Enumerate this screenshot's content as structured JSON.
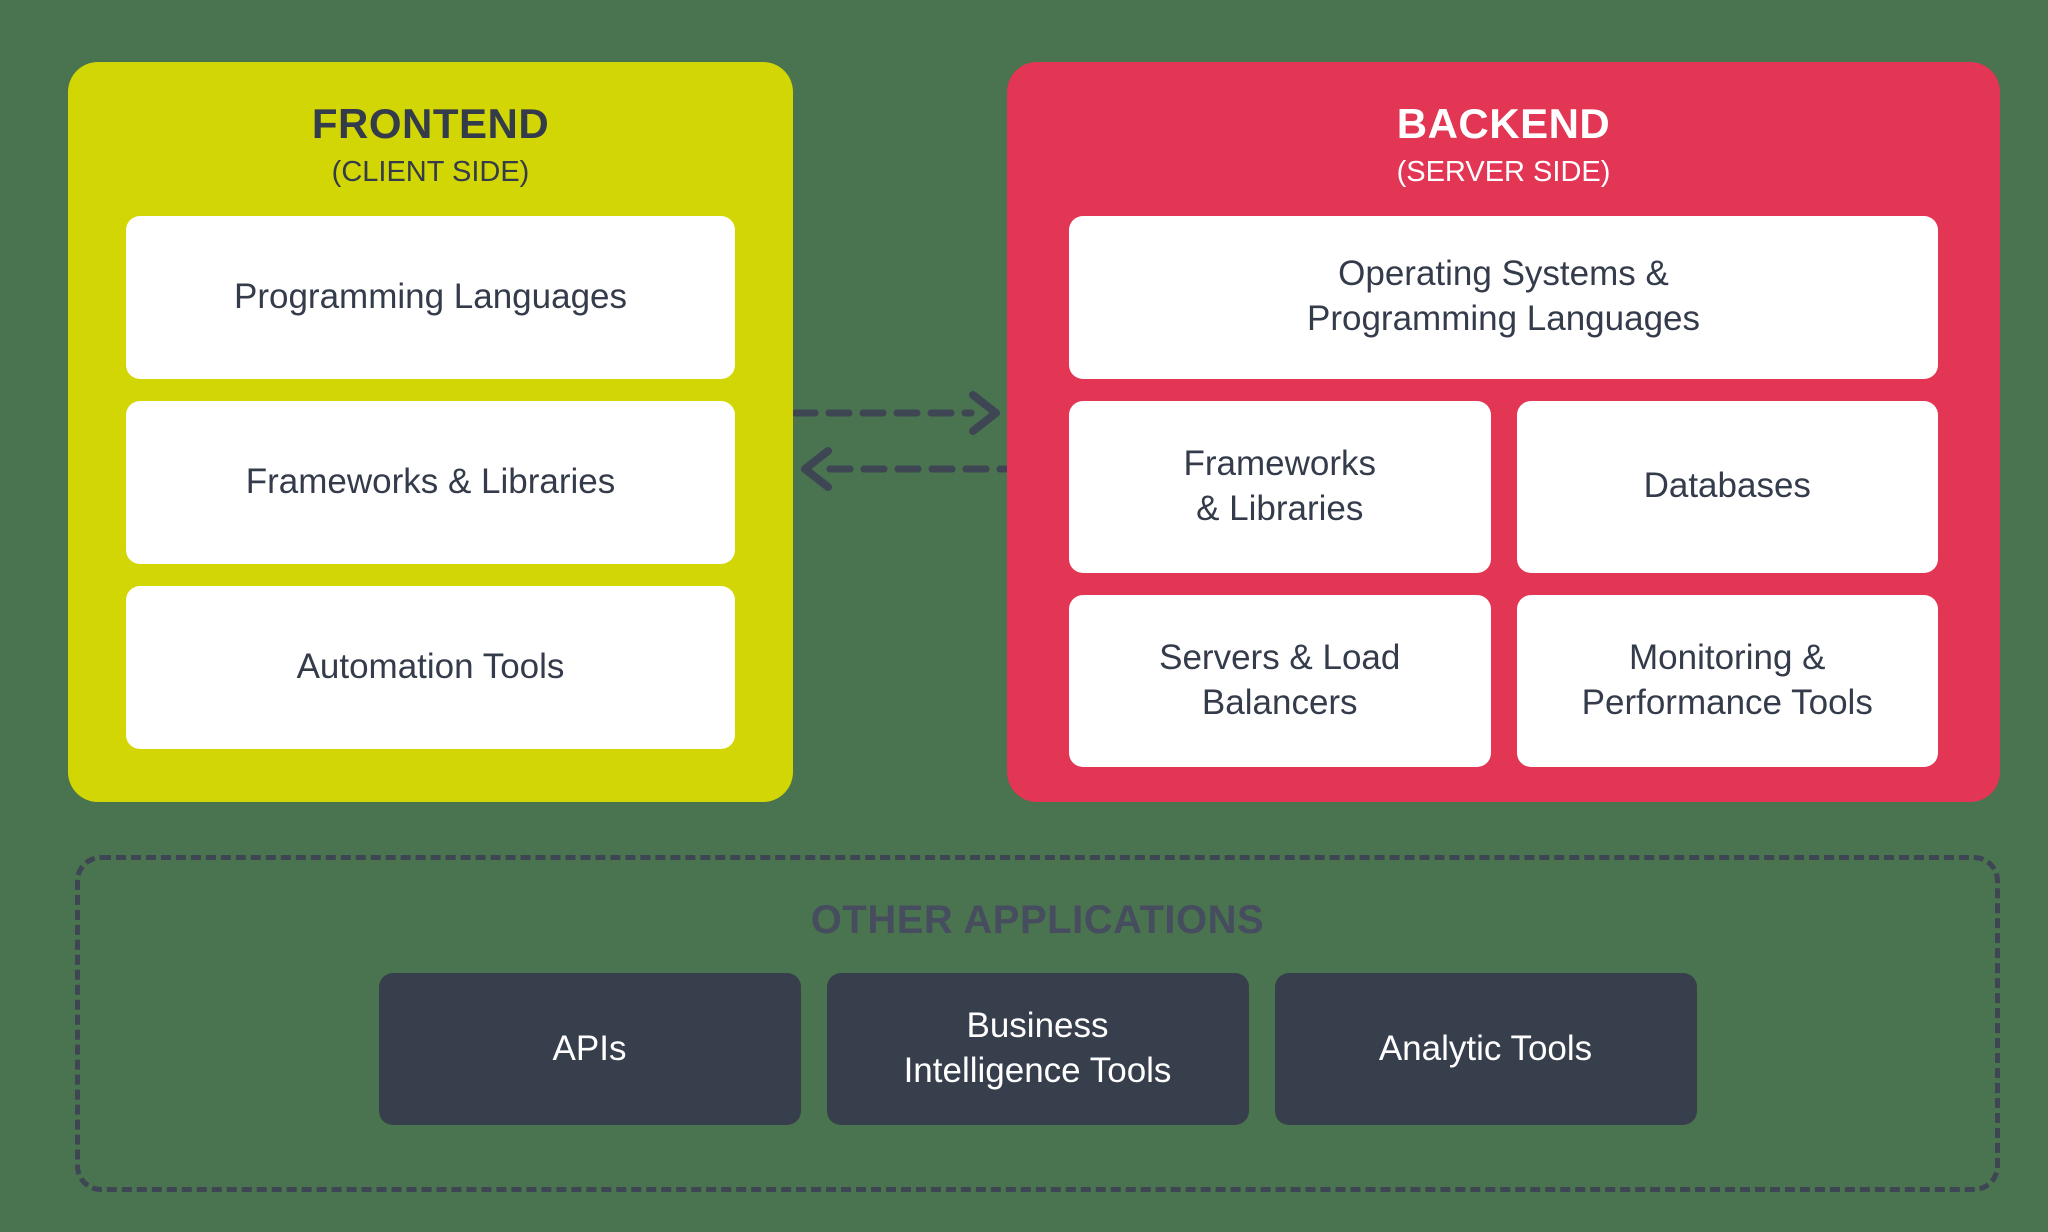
{
  "diagram": {
    "background_color": "#4a7350",
    "accent_colors": {
      "frontend": "#d2d604",
      "backend": "#e33654",
      "dark": "#373e4c",
      "text_dark": "#343b4a"
    }
  },
  "frontend": {
    "title": "FRONTEND",
    "subtitle": "(CLIENT SIDE)",
    "cards": [
      {
        "label": "Programming Languages"
      },
      {
        "label": "Frameworks & Libraries"
      },
      {
        "label": "Automation Tools"
      }
    ]
  },
  "backend": {
    "title": "BACKEND",
    "subtitle": "(SERVER SIDE)",
    "wide_card": {
      "line1": "Operating Systems &",
      "line2": "Programming Languages"
    },
    "grid": [
      {
        "line1": "Frameworks",
        "line2": "& Libraries"
      },
      {
        "line1": "Databases",
        "line2": ""
      },
      {
        "line1": "Servers & Load",
        "line2": "Balancers"
      },
      {
        "line1": "Monitoring &",
        "line2": "Performance Tools"
      }
    ]
  },
  "connectors": {
    "color": "#3e4553",
    "arrow_right": "arrow-right-dashed",
    "arrow_left": "arrow-left-dashed"
  },
  "other_applications": {
    "title": "OTHER APPLICATIONS",
    "cards": [
      {
        "line1": "APIs",
        "line2": ""
      },
      {
        "line1": "Business",
        "line2": "Intelligence Tools"
      },
      {
        "line1": "Analytic Tools",
        "line2": ""
      }
    ]
  }
}
